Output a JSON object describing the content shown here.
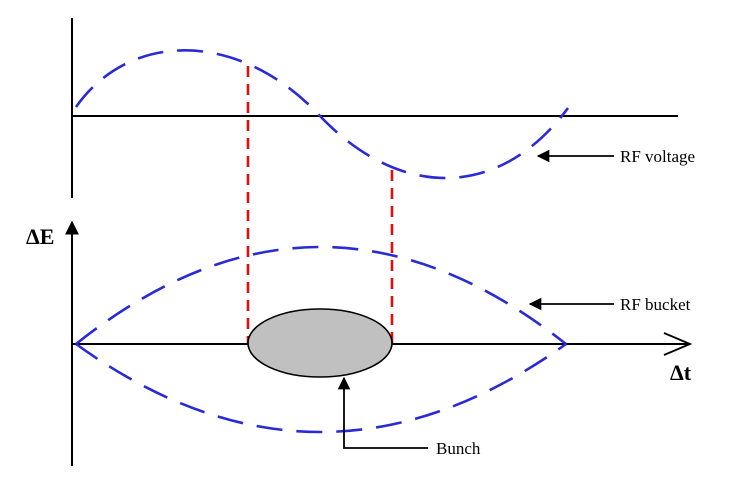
{
  "labels": {
    "rf_voltage": "RF voltage",
    "rf_bucket": "RF bucket",
    "bunch": "Bunch",
    "delta_e": "ΔE",
    "delta_t": "Δt"
  },
  "colors": {
    "curve": "#2a2ad6",
    "guide_lines": "#e01010",
    "bunch_fill": "#c0c0c0",
    "axes": "#000000"
  }
}
